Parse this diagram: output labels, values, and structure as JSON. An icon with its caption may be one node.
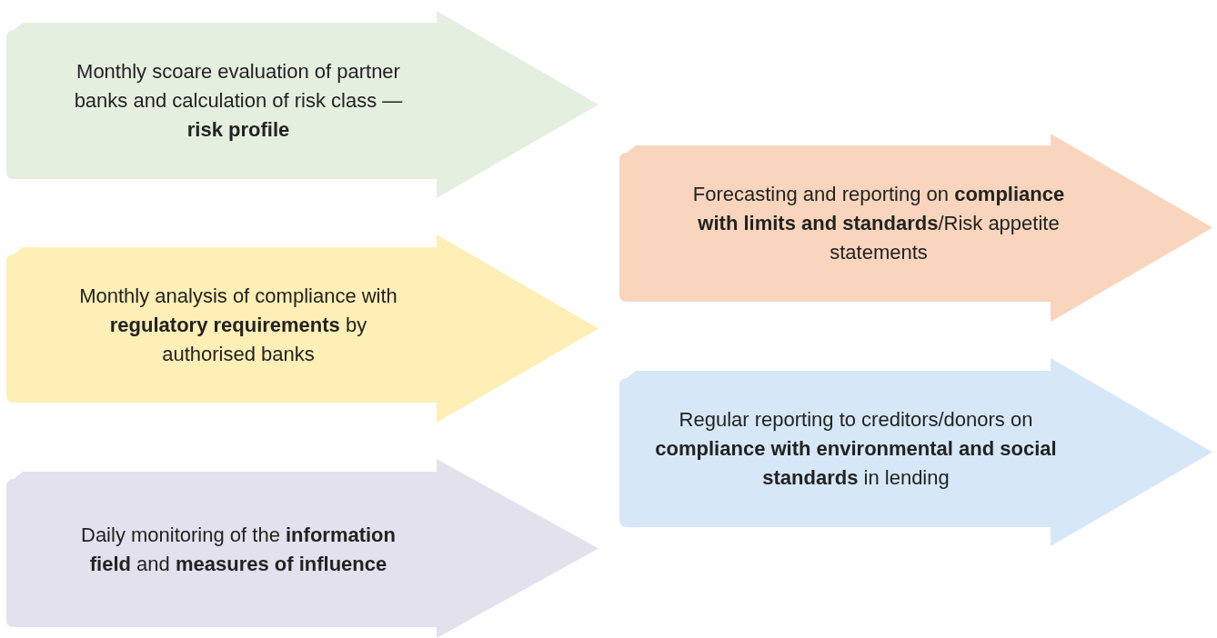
{
  "diagram": {
    "nodes": [
      {
        "text": [
          "Monthly scoare evaluation of partner banks and calculation of risk class — **risk profile**"
        ]
      },
      {
        "text": [
          "Monthly analysis of compliance with **regulatory requirements** by authorised banks"
        ]
      },
      {
        "text": [
          "Daily monitoring of the **information field** and **measures of influence**"
        ]
      },
      {
        "text": [
          "Forecasting and reporting on **compliance with limits and standards**/Risk appetite statements"
        ]
      },
      {
        "text": [
          "Regular reporting to creditors/donors on **compliance with environmental and social standards** in lending"
        ]
      }
    ]
  }
}
